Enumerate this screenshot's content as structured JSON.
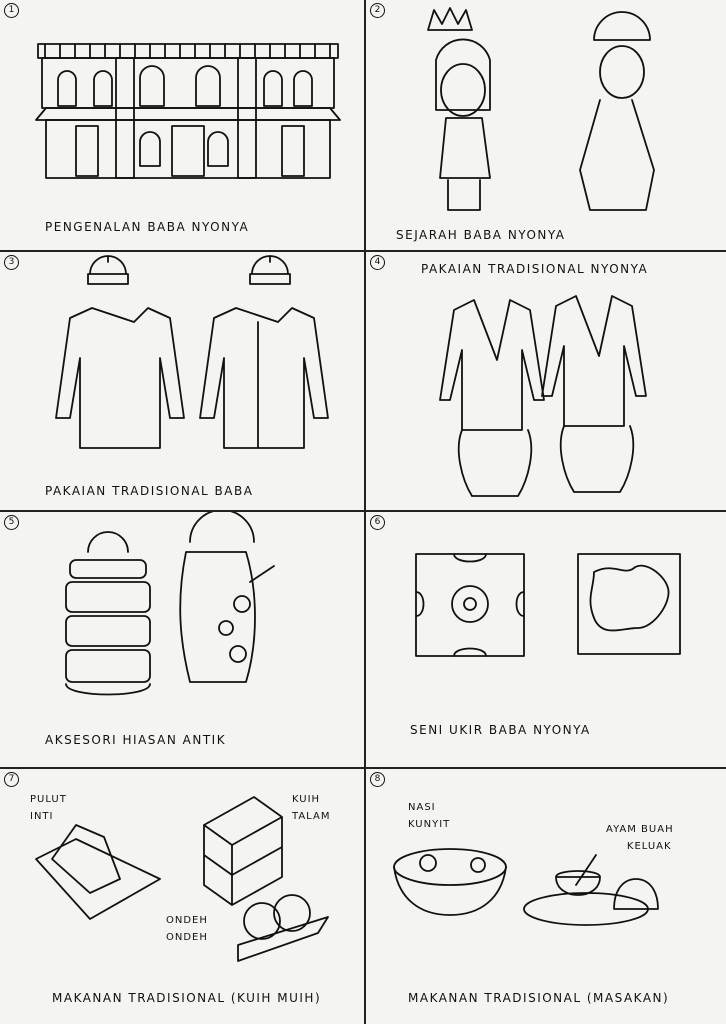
{
  "panels": [
    {
      "number": "1",
      "caption": "PENGENALAN BABA NYONYA"
    },
    {
      "number": "2",
      "caption": "SEJARAH BABA NYONYA"
    },
    {
      "number": "3",
      "caption": "PAKAIAN TRADISIONAL BABA"
    },
    {
      "number": "4",
      "caption": "PAKAIAN TRADISIONAL NYONYA"
    },
    {
      "number": "5",
      "caption": "AKSESORI HIASAN ANTIK"
    },
    {
      "number": "6",
      "caption": "SENI UKIR BABA NYONYA"
    },
    {
      "number": "7",
      "caption": "MAKANAN TRADISIONAL (KUIH MUIH)",
      "labels": [
        "PULUT\nINTI",
        "KUIH\nTALAM",
        "ONDEH\nONDEH"
      ]
    },
    {
      "number": "8",
      "caption": "MAKANAN TRADISIONAL (MASAKAN)",
      "labels": [
        "NASI\nKUNYIT",
        "AYAM BUAH\n     KELUAK"
      ]
    }
  ]
}
